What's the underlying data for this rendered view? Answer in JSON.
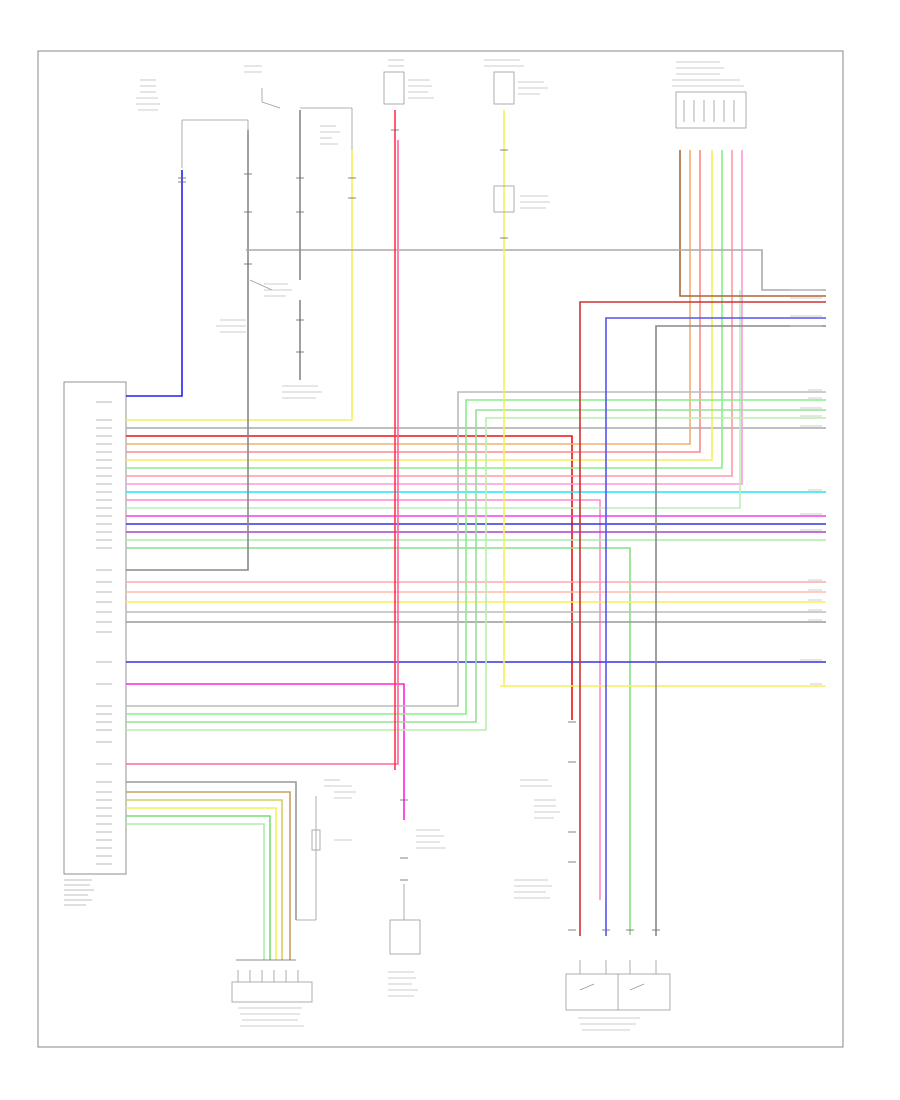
{
  "diagram": {
    "reference_code": "",
    "colors": {
      "border": "#888888",
      "wire_dark": "#777777",
      "red": "#ee1111",
      "pink": "#ff66cc",
      "magenta": "#ff22dd",
      "blue": "#2222ee",
      "yellow": "#f6f05a",
      "green": "#55dd55",
      "light_green": "#99ee99",
      "cyan": "#22e5f5",
      "gray": "#aaaaaa",
      "brown": "#b07a3a",
      "olive": "#d0c050",
      "purple": "#8844aa"
    },
    "components": [
      {
        "id": "engine-control-module",
        "name": ""
      },
      {
        "id": "park-neutral-switch",
        "name": ""
      },
      {
        "id": "hot-in-run-fuse",
        "name": ""
      },
      {
        "id": "hot-at-all-times-fuse",
        "name": ""
      },
      {
        "id": "lower-left-dash-connector",
        "name": ""
      },
      {
        "id": "junction-connector",
        "name": ""
      },
      {
        "id": "stop-lamp-switch",
        "name": ""
      },
      {
        "id": "engine-coolant-temp-sensor",
        "name": ""
      },
      {
        "id": "neutral-start-switch",
        "name": ""
      },
      {
        "id": "shift-lock-solenoid",
        "name": ""
      },
      {
        "id": "transmission-control-switch",
        "name": ""
      },
      {
        "id": "vehicle-speed-sensor",
        "name": ""
      }
    ]
  }
}
